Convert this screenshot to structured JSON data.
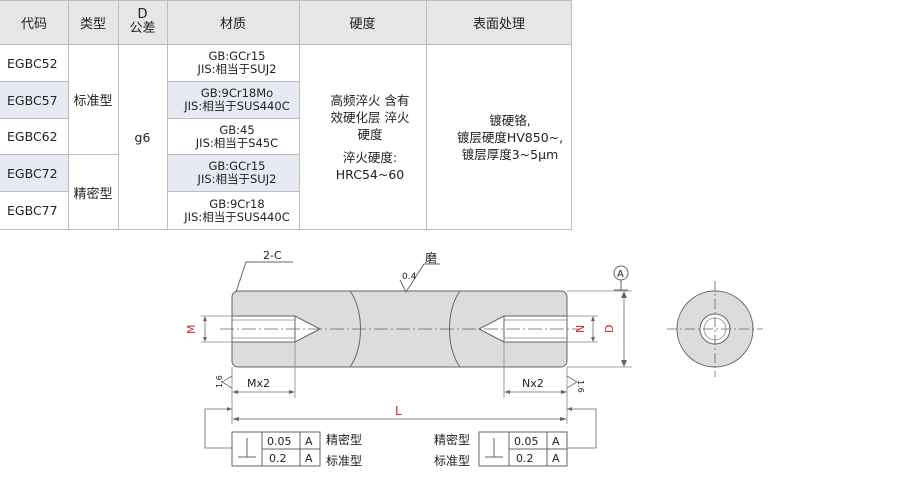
{
  "table": {
    "headers": {
      "code": "代码",
      "type": "类型",
      "d_line1": "D",
      "d_line2": "公差",
      "material": "材质",
      "hardness": "硬度",
      "surface": "表面处理"
    },
    "rows": [
      {
        "code": "EGBC52",
        "mat1": "GB:GCr15",
        "mat2": "JIS:相当于SUJ2"
      },
      {
        "code": "EGBC57",
        "mat1": "GB:9Cr18Mo",
        "mat2": "JIS:相当于SUS440C"
      },
      {
        "code": "EGBC62",
        "mat1": "GB:45",
        "mat2": "JIS:相当于S45C"
      },
      {
        "code": "EGBC72",
        "mat1": "GB:GCr15",
        "mat2": "JIS:相当于SUJ2"
      },
      {
        "code": "EGBC77",
        "mat1": "GB:9Cr18",
        "mat2": "JIS:相当于SUS440C"
      }
    ],
    "type_standard": "标准型",
    "type_precision": "精密型",
    "tolerance": "g6",
    "hardness": {
      "l1": "高频淬火 含有",
      "l2": "效硬化层 淬火",
      "l3": "硬度",
      "l4": "淬火硬度:",
      "l5": "HRC54~60"
    },
    "surface": {
      "l1": "镀硬铬,",
      "l2": "镀层硬度HV850~,",
      "l3": "镀层厚度3~5μm"
    }
  },
  "drawing": {
    "chamfer": "2-C",
    "grind": "磨",
    "grind_rough": "0.4",
    "datum": "A",
    "dim_M": "M",
    "dim_N": "N",
    "dim_D": "D",
    "dim_L": "L",
    "depth_left": "Mx2",
    "depth_right": "Nx2",
    "rough_end": "1.6",
    "tol_prec": "0.05",
    "tol_std": "0.2",
    "tol_datum": "A",
    "label_prec": "精密型",
    "label_std": "标准型"
  },
  "colors": {
    "header_bg": "#e6e6e6",
    "row_shade": "#e8eaf3",
    "dim_red": "#d0232b",
    "part_fill": "#dcdcdc"
  }
}
